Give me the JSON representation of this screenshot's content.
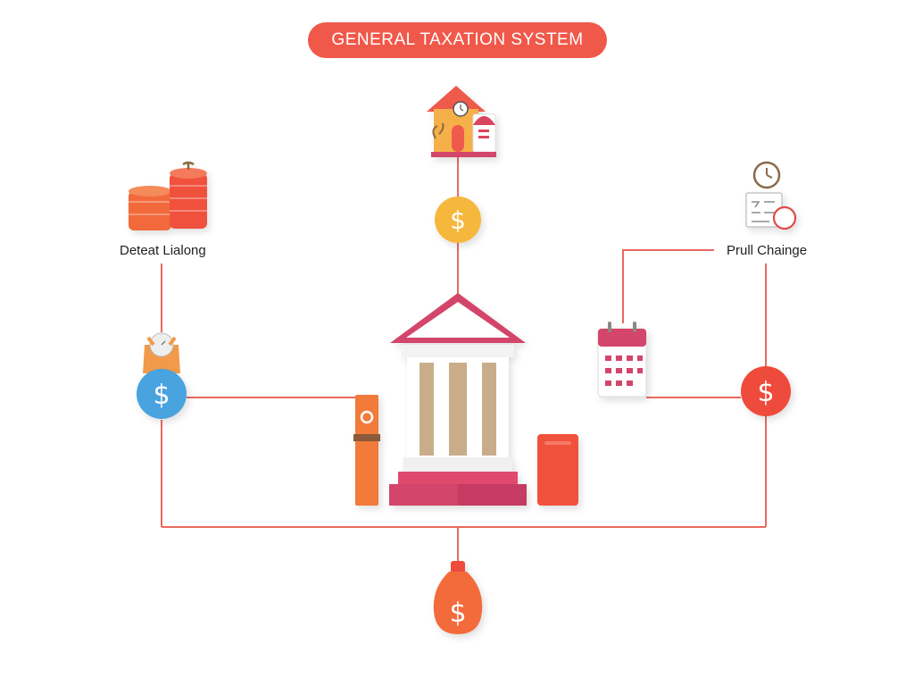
{
  "title": "GENERAL TAXATION SYSTEM",
  "labels": {
    "left": "Deteat Lialong",
    "right": "Prull Chainge"
  },
  "glyphs": {
    "currency": "$"
  },
  "icons": [
    "house-icon",
    "coin-stack-icon",
    "clock-icon",
    "receipt-icon",
    "money-bag-icon",
    "calendar-icon",
    "bank-building-icon",
    "tax-pillar-icon",
    "tax-document-icon",
    "lightbulb-icon",
    "dollar-icon"
  ],
  "colors": {
    "title_bg": "#f0584a",
    "line": "#e86a5e",
    "dollar_blue": "#4aa3df",
    "dollar_red": "#ee4b3c",
    "dollar_yellow": "#f6b73c",
    "dollar_orange": "#f36a3a",
    "roof": "#d3446a",
    "column": "#c9ad8a"
  }
}
